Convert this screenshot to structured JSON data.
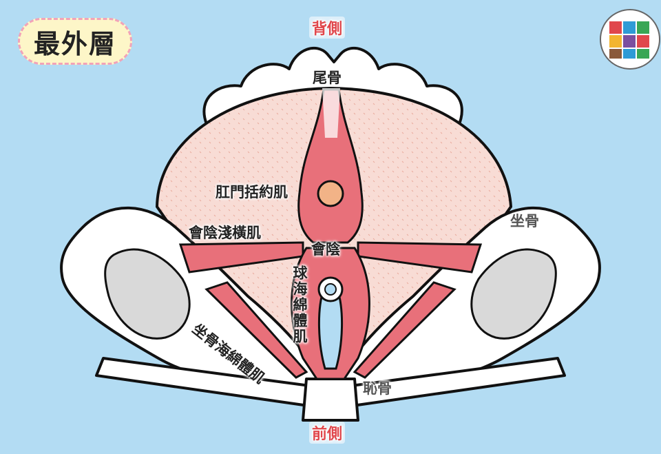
{
  "title": "最外層",
  "orientation": {
    "top": "背側",
    "bottom": "前側"
  },
  "bones": {
    "coccyx": "尾骨",
    "ischium": "坐骨",
    "pubis": "恥骨"
  },
  "muscles": {
    "external_anal_sphincter": "肛門括約肌",
    "superficial_transverse_perineal": "會陰淺橫肌",
    "perineum": "會陰",
    "bulbospongiosus": "球海綿體肌",
    "ischiocavernosus": "坐骨海綿體肌"
  },
  "colors": {
    "background": "#b3dcf3",
    "bone": "#ffffff",
    "bone_shadow": "#d9d9d9",
    "levator": "#f7d9d3",
    "muscle": "#e8707a",
    "orientation_text": "#e0474c"
  }
}
